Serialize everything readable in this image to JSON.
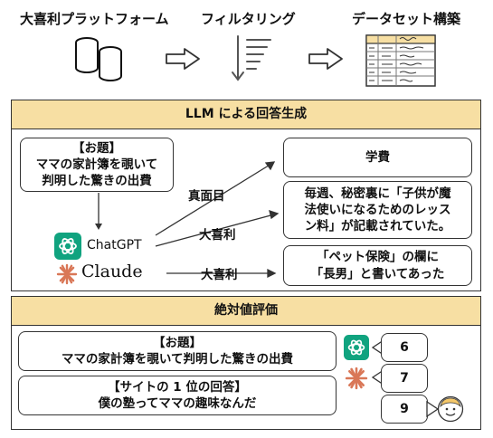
{
  "pipeline": {
    "stage1": "大喜利プラットフォーム",
    "stage2": "フィルタリング",
    "stage3": "データセット構築"
  },
  "generation": {
    "header": "LLM による回答生成",
    "prompt": [
      "【お題】",
      "ママの家計簿を覗いて",
      "判明した驚きの出費"
    ],
    "models": {
      "chatgpt": "ChatGPT",
      "claude": "Claude"
    },
    "edges": {
      "serious": "真面目",
      "ogiri1": "大喜利",
      "ogiri2": "大喜利"
    },
    "answers": {
      "serious": "学費",
      "gpt_ogiri": [
        "毎週、秘密裏に「子供が魔",
        "法使いになるためのレッス",
        "ン料」が記載されていた。"
      ],
      "claude_ogiri": [
        "「ペット保険」の欄に",
        "「長男」と書いてあった"
      ]
    }
  },
  "evaluation": {
    "header": "絶対値評価",
    "prompt": [
      "【お題】",
      "ママの家計簿を覗いて判明した驚きの出費"
    ],
    "site_answer": [
      "【サイトの 1 位の回答】",
      "僕の塾ってママの趣味なんだ"
    ],
    "scores": {
      "chatgpt": "6",
      "claude": "7",
      "human": "9"
    }
  },
  "colors": {
    "header_bg": "#f7dfa3",
    "openai_green": "#10a37f",
    "claude_orange": "#d97757"
  }
}
